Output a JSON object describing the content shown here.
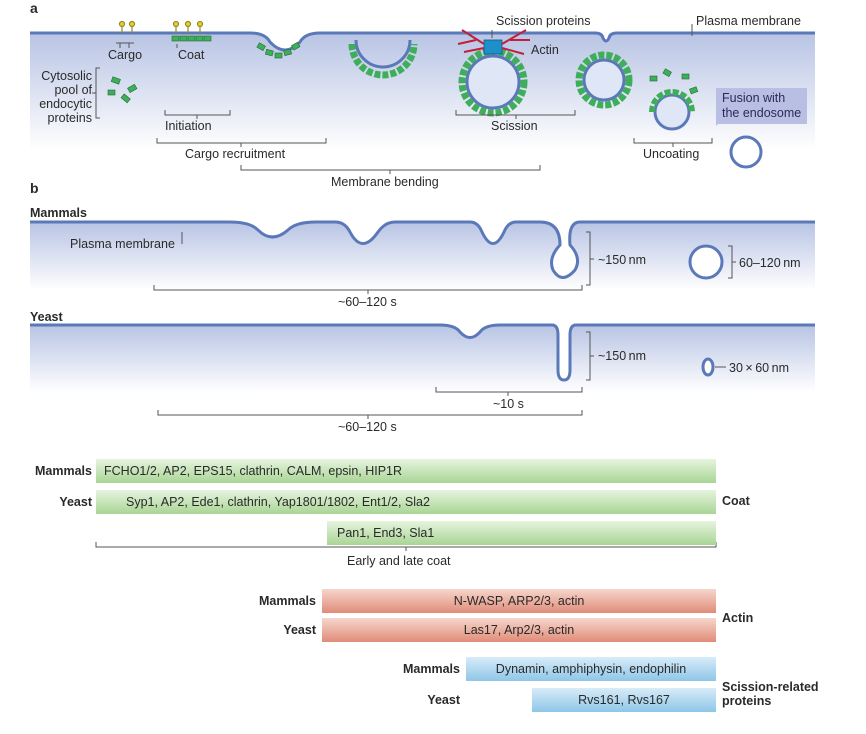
{
  "panel_a": {
    "label": "a",
    "cargo": "Cargo",
    "coat": "Coat",
    "cytosolic_pool": [
      "Cytosolic",
      "pool of",
      "endocytic",
      "proteins"
    ],
    "initiation": "Initiation",
    "cargo_recruitment": "Cargo recruitment",
    "membrane_bending": "Membrane bending",
    "scission_proteins": "Scission proteins",
    "actin": "Actin",
    "scission": "Scission",
    "plasma_membrane": "Plasma membrane",
    "uncoating": "Uncoating",
    "fusion": [
      "Fusion with",
      "the endosome"
    ]
  },
  "panel_b": {
    "label": "b",
    "mammals": {
      "title": "Mammals",
      "plasma_membrane": "Plasma membrane",
      "depth": "~150 nm",
      "vesicle": "60–120 nm",
      "time": "~60–120 s"
    },
    "yeast": {
      "title": "Yeast",
      "depth": "~150 nm",
      "vesicle": "30 × 60 nm",
      "time_short": "~10 s",
      "time_long": "~60–120 s"
    }
  },
  "timeline": {
    "coat": {
      "category": "Coat",
      "mammals_label": "Mammals",
      "yeast_label": "Yeast",
      "mammals": "FCHO1/2, AP2, EPS15, clathrin, CALM, epsin, HIP1R",
      "yeast": "Syp1, AP2, Ede1, clathrin, Yap1801/1802, Ent1/2, Sla2",
      "late": "Pan1, End3, Sla1",
      "bracket_label": "Early and late coat"
    },
    "actin": {
      "category": "Actin",
      "mammals_label": "Mammals",
      "yeast_label": "Yeast",
      "mammals": "N-WASP, ARP2/3, actin",
      "yeast": "Las17, Arp2/3, actin"
    },
    "scission": {
      "category": [
        "Scission-related",
        "proteins"
      ],
      "mammals_label": "Mammals",
      "yeast_label": "Yeast",
      "mammals": "Dynamin, amphiphysin, endophilin",
      "yeast": "Rvs161, Rvs167"
    }
  },
  "colors": {
    "membrane": "#5b78b8",
    "cytosol": "#c9d3ea",
    "coat_green": "#3fae5b",
    "cargo_yellow": "#e6cf3c",
    "actin_red": "#c0203c",
    "dynamin_blue": "#1f8fc9",
    "coat_bar": "#a9d594",
    "actin_bar": "#e08c78",
    "scission_bar": "#8ec6e8"
  }
}
